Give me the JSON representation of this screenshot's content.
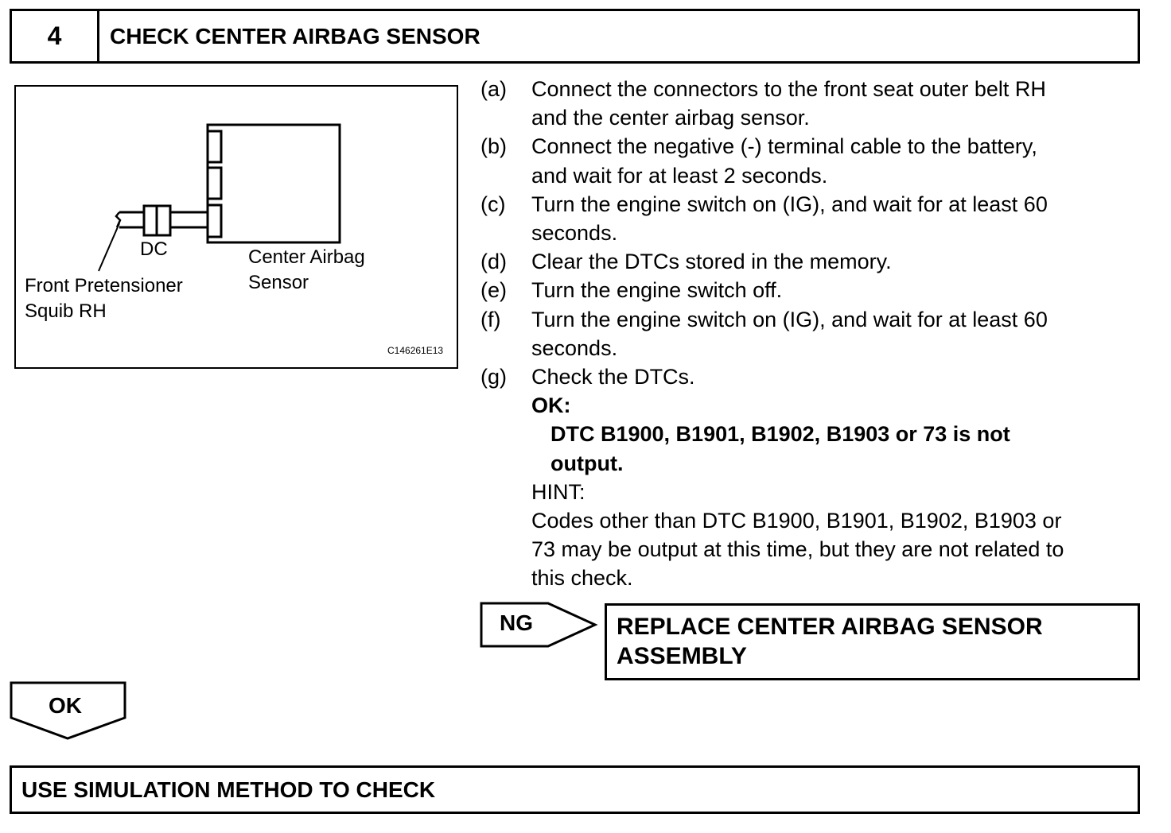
{
  "step": {
    "number": "4",
    "title": "CHECK CENTER AIRBAG SENSOR"
  },
  "diagram": {
    "label_dc": "DC",
    "label_center_airbag_sensor": "Center Airbag\nSensor",
    "label_front_pretensioner": "Front Pretensioner\nSquib RH",
    "code": "C146261E13"
  },
  "procedure": {
    "steps": [
      {
        "letter": "(a)",
        "text": "Connect the connectors to the front seat outer belt RH",
        "cont": "and the center airbag sensor."
      },
      {
        "letter": "(b)",
        "text": "Connect the negative (-) terminal cable to the battery,",
        "cont": "and wait for at least 2 seconds."
      },
      {
        "letter": "(c)",
        "text": "Turn the engine switch on (IG), and wait for at least 60",
        "cont": "seconds."
      },
      {
        "letter": "(d)",
        "text": "Clear the DTCs stored in the memory."
      },
      {
        "letter": "(e)",
        "text": "Turn the engine switch off."
      },
      {
        "letter": "(f)",
        "text": "Turn the engine switch on (IG), and wait for at least 60",
        "cont": "seconds."
      },
      {
        "letter": "(g)",
        "text": "Check the DTCs."
      }
    ],
    "ok_label": "OK:",
    "ok_text_line1": "DTC B1900, B1901, B1902, B1903 or 73 is not",
    "ok_text_line2": "output.",
    "hint_label": "HINT:",
    "hint_line1": "Codes other than DTC B1900, B1901, B1902, B1903 or",
    "hint_line2": "73 may be output at this time, but they are not related to",
    "hint_line3": "this check."
  },
  "ng_result": {
    "label": "NG",
    "action_line1": "REPLACE CENTER AIRBAG SENSOR",
    "action_line2": "ASSEMBLY"
  },
  "ok_result": {
    "label": "OK"
  },
  "next_step": {
    "title": "USE SIMULATION METHOD TO CHECK"
  }
}
